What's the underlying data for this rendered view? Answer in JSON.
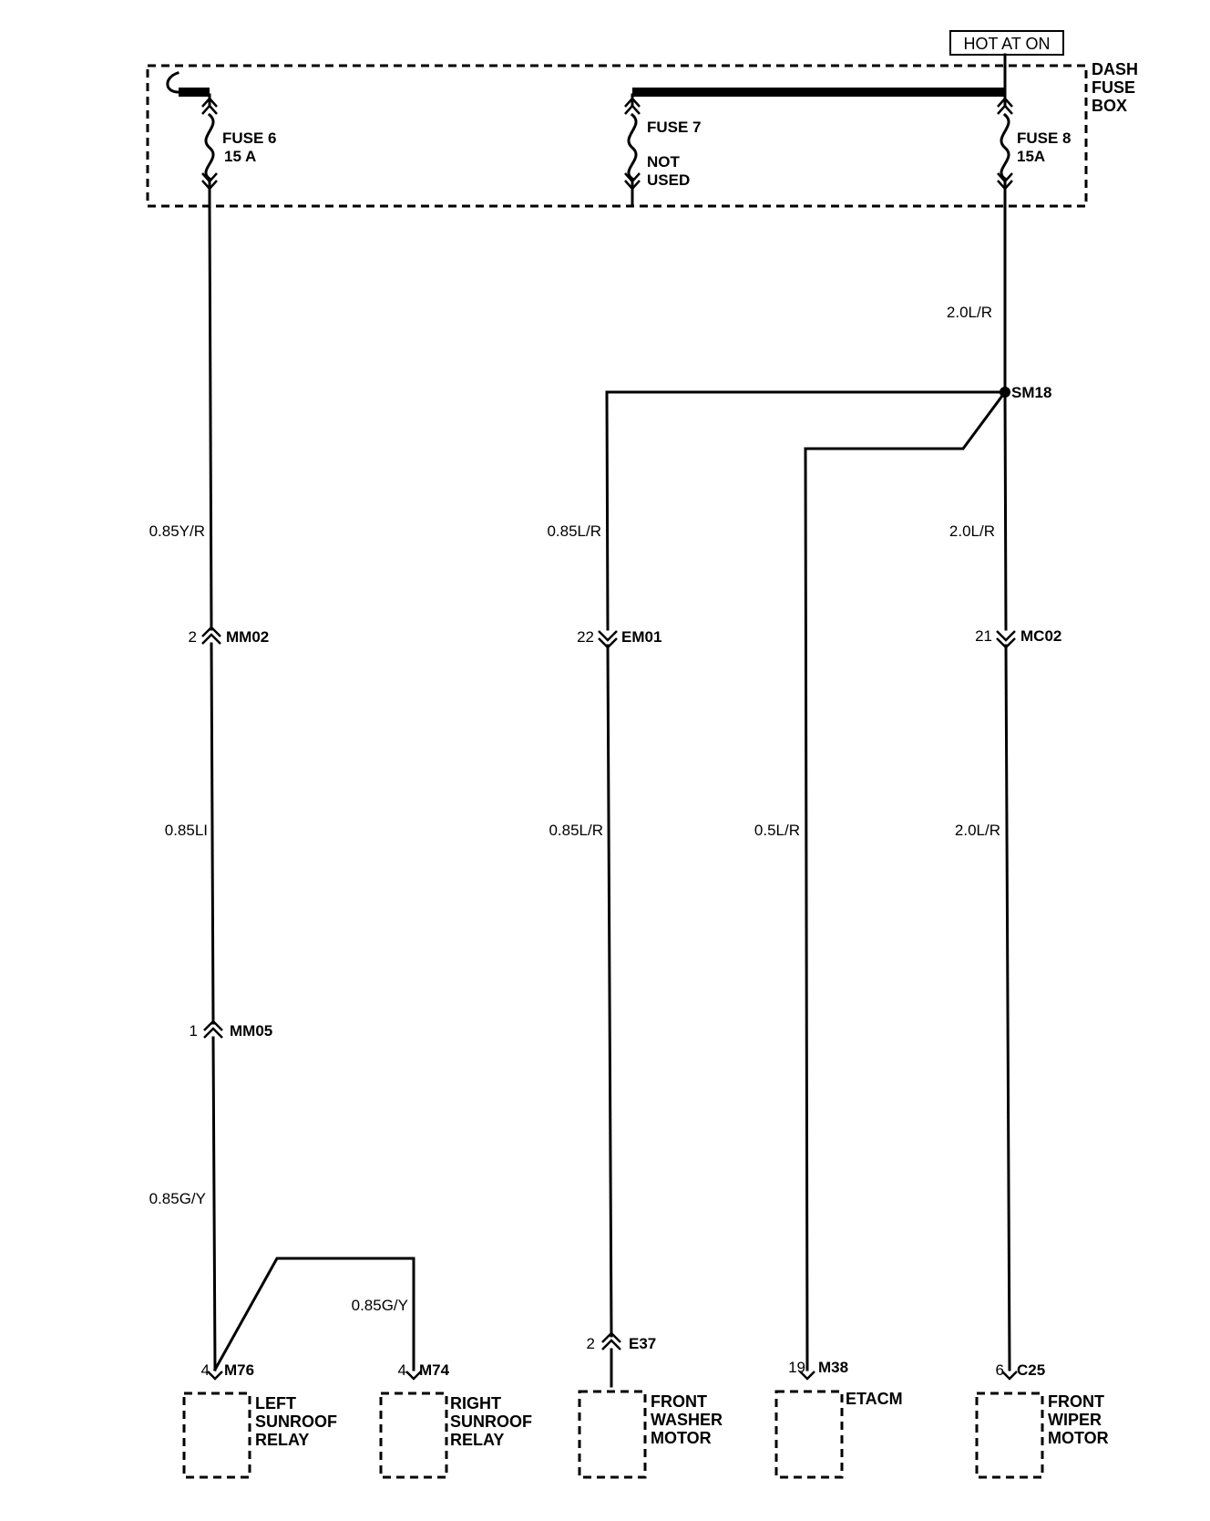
{
  "hot_label": "HOT AT ON",
  "fuse_box": {
    "line1": "DASH",
    "line2": "FUSE",
    "line3": "BOX"
  },
  "fuses": {
    "fuse6": {
      "name": "FUSE 6",
      "rating": "15 A"
    },
    "fuse7": {
      "name": "FUSE 7",
      "status1": "NOT",
      "status2": "USED"
    },
    "fuse8": {
      "name": "FUSE 8",
      "rating": "15A"
    }
  },
  "wires": {
    "fuse8_down": "2.0L/R",
    "fuse6_down": "0.85Y/R",
    "em01_up": "0.85L/R",
    "mc02_up": "2.0L/R",
    "mm02_down": "0.85LI",
    "em01_down": "0.85L/R",
    "m38_wire": "0.5L/R",
    "mc02_down": "2.0L/R",
    "mm05_down": "0.85G/Y",
    "m74_wire": "0.85G/Y"
  },
  "splice": {
    "name": "SM18"
  },
  "connectors": {
    "mm02": {
      "pin": "2",
      "name": "MM02"
    },
    "em01": {
      "pin": "22",
      "name": "EM01"
    },
    "mc02": {
      "pin": "21",
      "name": "MC02"
    },
    "mm05": {
      "pin": "1",
      "name": "MM05"
    },
    "m76": {
      "pin": "4",
      "name": "M76"
    },
    "m74": {
      "pin": "4",
      "name": "M74"
    },
    "e37": {
      "pin": "2",
      "name": "E37"
    },
    "m38": {
      "pin": "19",
      "name": "M38"
    },
    "c25": {
      "pin": "6",
      "name": "C25"
    }
  },
  "components": {
    "left_relay": {
      "l1": "LEFT",
      "l2": "SUNROOF",
      "l3": "RELAY"
    },
    "right_relay": {
      "l1": "RIGHT",
      "l2": "SUNROOF",
      "l3": "RELAY"
    },
    "washer": {
      "l1": "FRONT",
      "l2": "WASHER",
      "l3": "MOTOR"
    },
    "etacm": {
      "l1": "ETACM"
    },
    "wiper": {
      "l1": "FRONT",
      "l2": "WIPER",
      "l3": "MOTOR"
    }
  }
}
